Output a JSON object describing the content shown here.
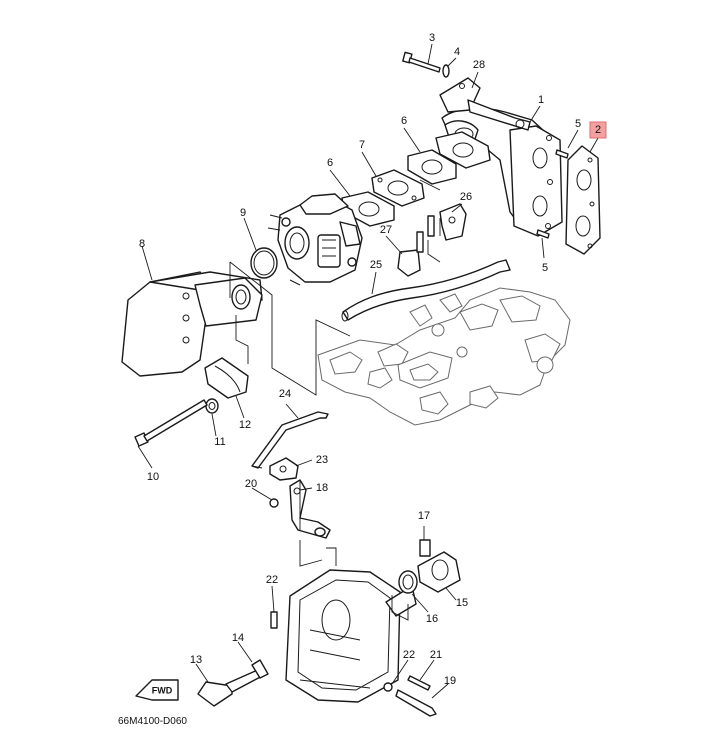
{
  "diagram_code": "66M4100-D060",
  "direction_label": "FWD",
  "highlighted_part": "2",
  "highlight_color": "#f2a0a0",
  "callouts": [
    "1",
    "2",
    "3",
    "4",
    "5",
    "5",
    "6",
    "6",
    "7",
    "8",
    "9",
    "10",
    "11",
    "12",
    "13",
    "14",
    "15",
    "16",
    "17",
    "18",
    "19",
    "20",
    "21",
    "22",
    "22",
    "23",
    "24",
    "25",
    "26",
    "27",
    "28"
  ]
}
